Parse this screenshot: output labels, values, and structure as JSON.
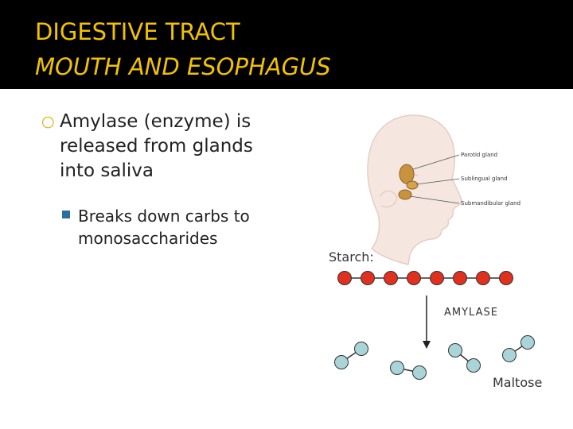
{
  "title": {
    "line1": "DIGESTIVE TRACT",
    "line2": "MOUTH AND ESOPHAGUS"
  },
  "bullets": {
    "main": "Amylase (enzyme) is released from glands into saliva",
    "sub": "Breaks down carbs to monosaccharides"
  },
  "figure": {
    "labels": {
      "parotid": "Parotid gland",
      "sublingual": "Sublingual gland",
      "submandibular": "Submandibular gland",
      "starch": "Starch:",
      "amylase": "AMYLASE",
      "maltose": "Maltose"
    }
  },
  "colors": {
    "header_bg": "#000000",
    "title_text": "#f2c200",
    "bullet_mark": "#e5a800",
    "sub_bullet_mark": "#2e6e9e",
    "starch_bead": "#e0301e",
    "maltose_bead": "#a9d4d8"
  },
  "icons": {
    "main_bullet": "hollow-circle-icon",
    "sub_bullet": "square-icon"
  }
}
